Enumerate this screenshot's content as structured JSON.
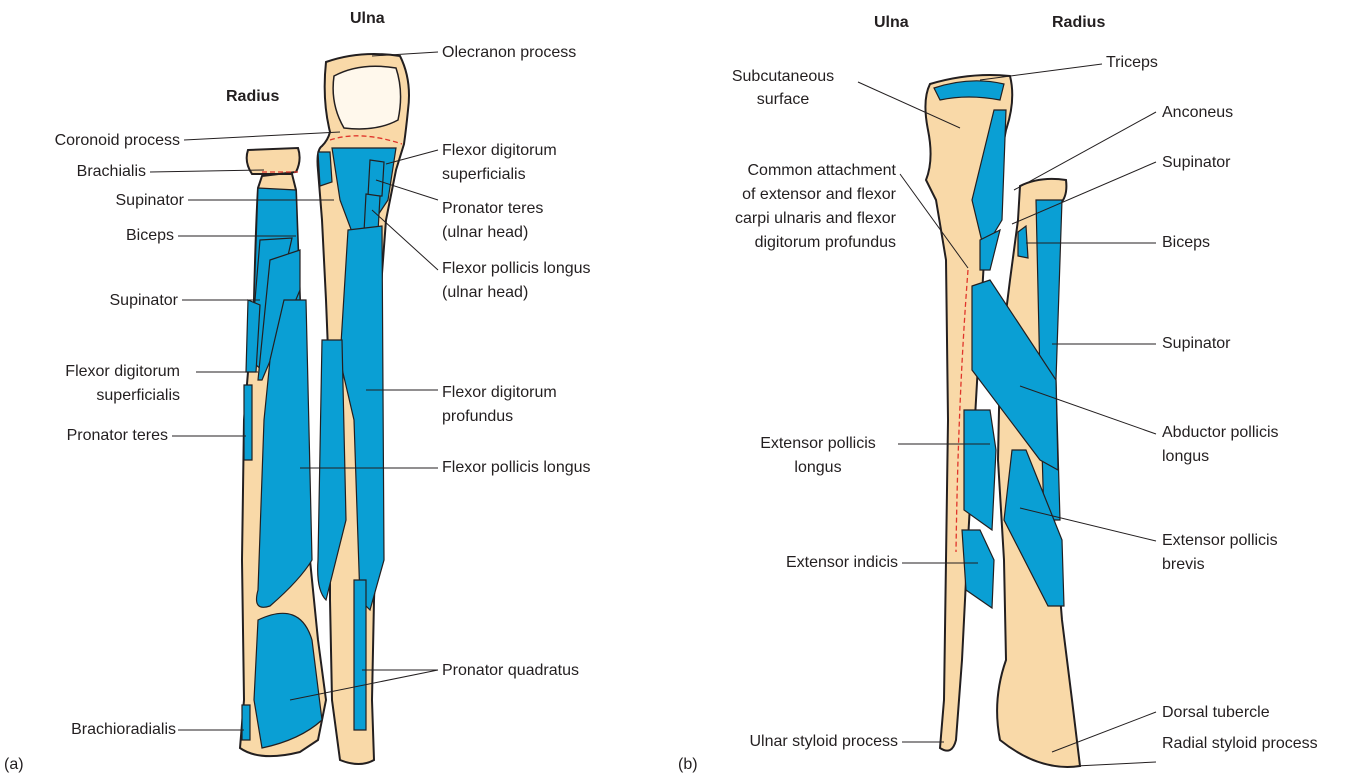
{
  "panel_a": {
    "tag": "(a)",
    "ulna_title": "Ulna",
    "radius_title": "Radius",
    "labels": {
      "olecranon": "Olecranon process",
      "coronoid": "Coronoid process",
      "brachialis": "Brachialis",
      "supinator_1": "Supinator",
      "biceps": "Biceps",
      "supinator_2": "Supinator",
      "fds_left_1": "Flexor digitorum",
      "fds_left_2": "superficialis",
      "pronator_teres": "Pronator teres",
      "brachioradialis": "Brachioradialis",
      "fds_right_1": "Flexor digitorum",
      "fds_right_2": "superficialis",
      "pt_ulnar_1": "Pronator teres",
      "pt_ulnar_2": "(ulnar head)",
      "fpl_ulnar_1": "Flexor pollicis longus",
      "fpl_ulnar_2": "(ulnar head)",
      "fdp_1": "Flexor digitorum",
      "fdp_2": "profundus",
      "fpl": "Flexor  pollicis longus",
      "pronator_quadratus": "Pronator quadratus"
    }
  },
  "panel_b": {
    "tag": "(b)",
    "ulna_title": "Ulna",
    "radius_title": "Radius",
    "labels": {
      "subcutaneous_1": "Subcutaneous",
      "subcutaneous_2": "surface",
      "common_1": "Common attachment",
      "common_2": "of extensor and flexor",
      "common_3": "carpi ulnaris and flexor",
      "common_4": "digitorum profundus",
      "epl_1": "Extensor pollicis",
      "epl_2": "longus",
      "extensor_indicis": "Extensor indicis",
      "ulnar_styloid": "Ulnar styloid process",
      "triceps": "Triceps",
      "anconeus": "Anconeus",
      "supinator": "Supinator",
      "biceps": "Biceps",
      "supinator_2": "Supinator",
      "apl_1": "Abductor pollicis",
      "apl_2": "longus",
      "epb_1": "Extensor pollicis",
      "epb_2": "brevis",
      "dorsal_tubercle": "Dorsal tubercle",
      "radial_styloid": "Radial styloid process"
    }
  },
  "colors": {
    "bone": "#f9d9a8",
    "muscle": "#0a9fd4",
    "outline": "#231f20",
    "dashed_line": "#e0352b"
  }
}
